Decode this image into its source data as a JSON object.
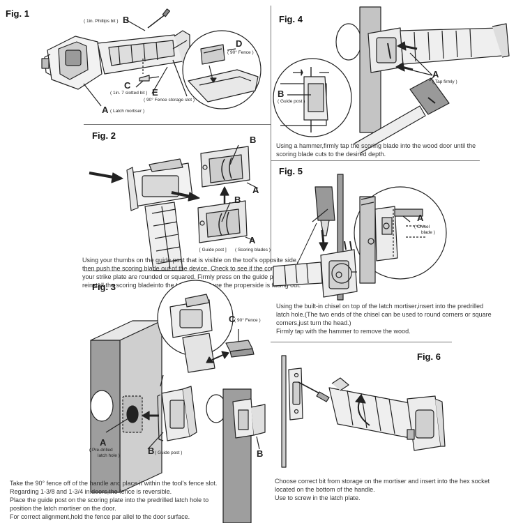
{
  "fig1": {
    "title": "Fig. 1",
    "labels": {
      "B_text": "( 1in. Phillips bit )",
      "B_letter": "B",
      "C_letter": "C",
      "C_text": "( 1in. 7 slotted bit )",
      "E_letter": "E",
      "E_text": "( 90° Fence storage slot )",
      "A_letter": "A",
      "A_text": "( Latch mortiser )",
      "D_letter": "D",
      "D_text": "( 90° Fence )"
    }
  },
  "fig2": {
    "title": "Fig. 2",
    "labels": {
      "B_top": "B",
      "A_top": "A",
      "B_bottom": "B",
      "A_bottom": "A",
      "guide_post": "[ Guide post ]",
      "scoring_blades": "( Scoring blades )"
    },
    "caption": [
      "Using your thumbs on the guide post that is visible on the tool's opposite side,",
      "then push the scoring blade out of the device. Check to see if the corners of",
      "your strike plate are rounded or squared. Firmly press on the guide post to",
      "reinstall the scoring bladeinto the tool,making sure the properside is facing out."
    ]
  },
  "fig3": {
    "title": "Fig. 3",
    "labels": {
      "C_letter": "C",
      "C_text": "( 90° Fence )",
      "A_letter": "A",
      "A_text": "( Pre-drilled",
      "A_text2": "latch hole )",
      "B_letter": "B",
      "B_text": "( Guide post )",
      "B_right": "B"
    },
    "caption": [
      "Take the 90° fence off of the handle and place it within the tool's fence slot.",
      "Regarding 1-3/8 and 1-3/4 in.doors,the fence is reversible.",
      "Place the guide post on the scoring plate into the predrilled latch hole to",
      "position the latch mortiser on the door.",
      "For correct alignment,hold the fence par allel to the door surface."
    ]
  },
  "fig4": {
    "title": "Fig. 4",
    "labels": {
      "B_letter": "B",
      "B_text": "( Guide post )",
      "A_letter": "A",
      "A_text": "( Tap firmly )"
    },
    "caption": [
      "Using a hammer,firmly tap the scoring blade into the wood door until the",
      "scoring blade cuts to the desired depth."
    ]
  },
  "fig5": {
    "title": "Fig. 5",
    "labels": {
      "A_letter": "A",
      "A_text": "( Chisel",
      "A_text2": "blade )"
    },
    "caption": [
      "Using the built-in chisel on top of the latch mortiser,insert into the predrilled",
      "latch hole.(The two ends of  the chisel can be used to round corners or square",
      "corners,just turn the head.)",
      "Firmly tap with the hammer to remove the wood."
    ]
  },
  "fig6": {
    "title": "Fig. 6",
    "caption": [
      "Choose correct bit from storage on the mortiser and insert into the hex socket",
      "located on the bottom of the handle.",
      "Use to screw in the latch plate."
    ]
  }
}
